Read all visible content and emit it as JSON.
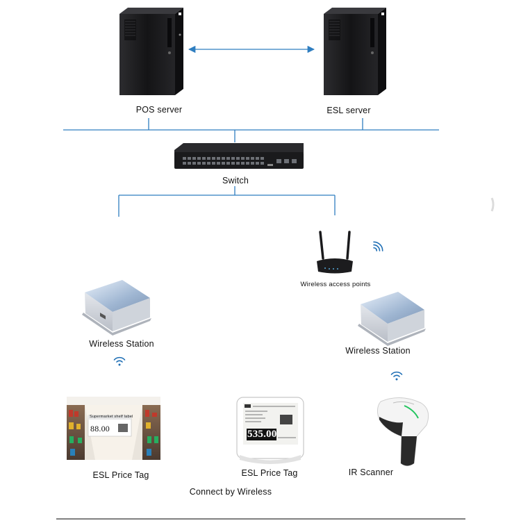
{
  "labels": {
    "pos_server": "POS server",
    "esl_server": "ESL server",
    "switch": "Switch",
    "wireless_access_points": "Wireless access points",
    "wireless_station_left": "Wireless Station",
    "wireless_station_right": "Wireless Station",
    "esl_price_tag_left": "ESL Price Tag",
    "esl_price_tag_center": "ESL Price Tag",
    "ir_scanner": "IR Scanner",
    "footer": "Connect by Wireless"
  },
  "price_tags": {
    "shelf_label_header": "Supermarket shelf label",
    "shelf_label_price": "88.00",
    "tag_price": "535.00"
  },
  "colors": {
    "line_blue": "#2f7ec0",
    "server_black": "#1b1b1d",
    "station_silver": "#c9ced6"
  },
  "icons": {
    "server": "tower-server-icon",
    "switch": "network-switch-icon",
    "router": "wifi-router-icon",
    "station": "wireless-station-box-icon",
    "wifi": "wifi-signal-icon",
    "scanner": "barcode-scanner-icon"
  }
}
